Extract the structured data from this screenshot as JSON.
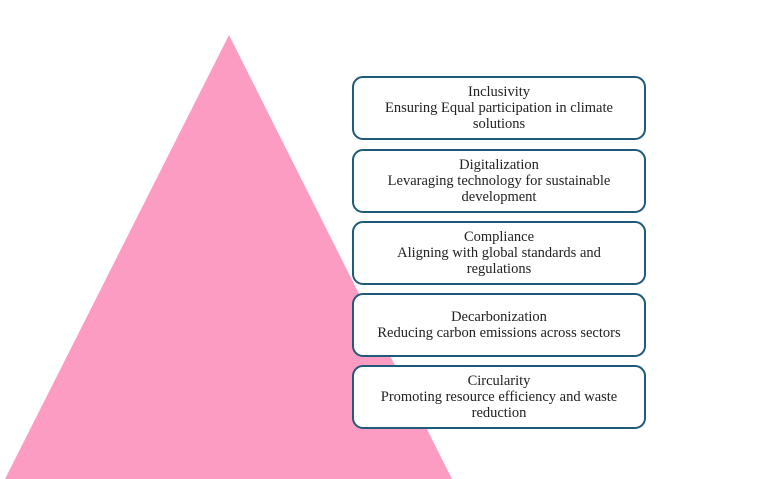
{
  "colors": {
    "triangle": "#fd9cc3",
    "box_border": "#1f5a7a"
  },
  "items": [
    {
      "title": "Inclusivity",
      "desc": "Ensuring Equal participation in climate solutions"
    },
    {
      "title": "Digitalization",
      "desc": "Levaraging technology for sustainable development"
    },
    {
      "title": "Compliance",
      "desc": "Aligning with global standards and regulations"
    },
    {
      "title": "Decarbonization",
      "desc": "Reducing carbon emissions across sectors"
    },
    {
      "title": "Circularity",
      "desc": "Promoting resource efficiency and waste reduction"
    }
  ]
}
